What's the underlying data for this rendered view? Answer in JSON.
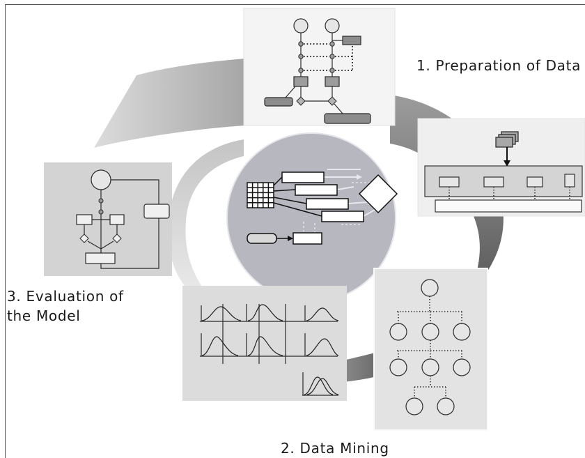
{
  "cycle": {
    "step1": {
      "label": "1. Preparation of Data"
    },
    "step2": {
      "label": "2. Data Mining"
    },
    "step3": {
      "label_line1": "3. Evaluation of",
      "label_line2": "the Model"
    }
  },
  "colors": {
    "text": "#1a1a1a",
    "center_circle": "#b7b7c0",
    "panel_light": "#f4f4f4",
    "panel_gray": "#d3d3d3",
    "swirl_dark": "#606060",
    "swirl_light": "#dcdcdc"
  }
}
